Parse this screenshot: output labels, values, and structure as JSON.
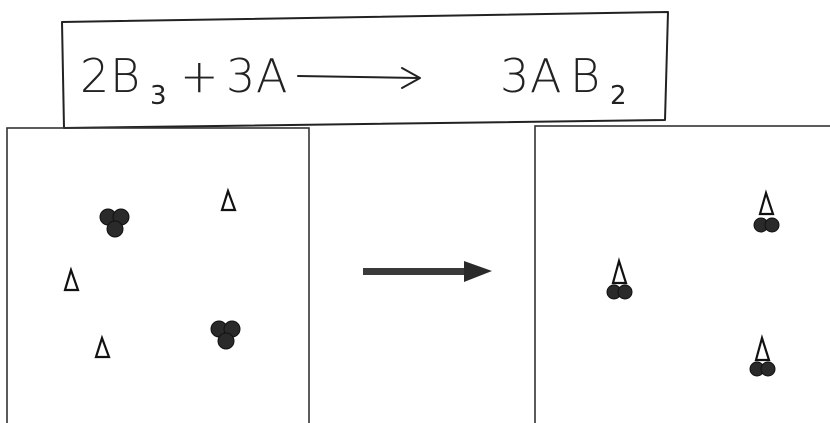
{
  "equation": {
    "coef_b": "2",
    "reactant_b": "B",
    "sub_b": "3",
    "plus": "+",
    "coef_a": "3",
    "reactant_a": "A",
    "product_coef": "3",
    "product_a": "A",
    "product_b": "B",
    "product_sub": "2"
  },
  "left_box": {
    "triangles": 3,
    "b3_clusters": 2
  },
  "right_box": {
    "ab2_molecules": 3
  },
  "colors": {
    "ink": "#222222",
    "dot": "#2a2a2a"
  }
}
